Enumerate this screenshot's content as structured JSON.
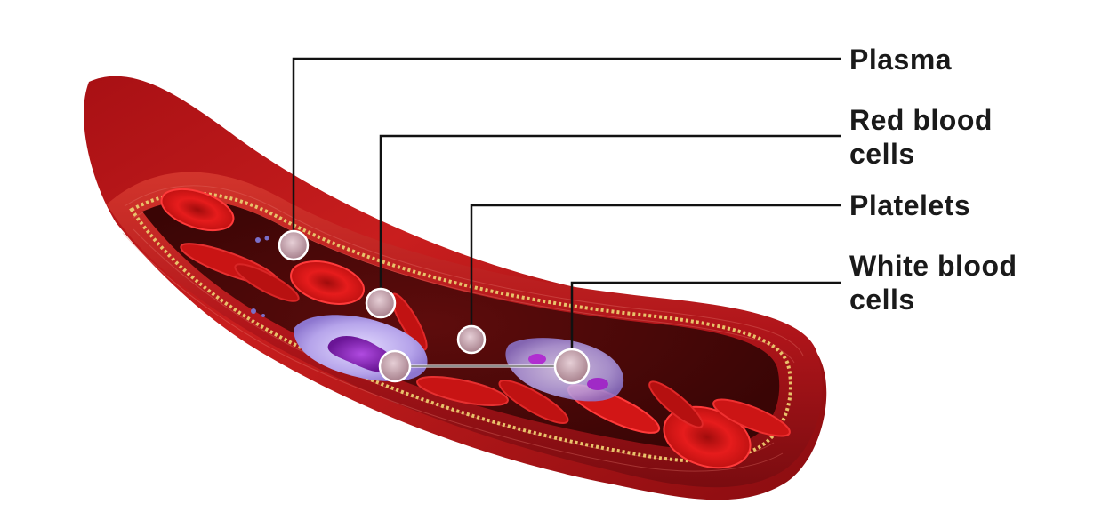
{
  "diagram": {
    "labels": [
      {
        "id": "plasma",
        "lines": [
          "Plasma"
        ]
      },
      {
        "id": "red-blood-cells",
        "lines": [
          "Red blood",
          "cells"
        ]
      },
      {
        "id": "platelets",
        "lines": [
          "Platelets"
        ]
      },
      {
        "id": "white-blood-cells",
        "lines": [
          "White blood",
          "cells"
        ]
      }
    ]
  },
  "colors": {
    "vessel_outer": "#c41616",
    "vessel_dark": "#7a0f0f",
    "lumen": "#4a0808",
    "red_cell": "#e31414",
    "white_cell": "#b9a4e6",
    "nucleus": "#7a1fb0",
    "fat_layer": "#e8c26a"
  }
}
